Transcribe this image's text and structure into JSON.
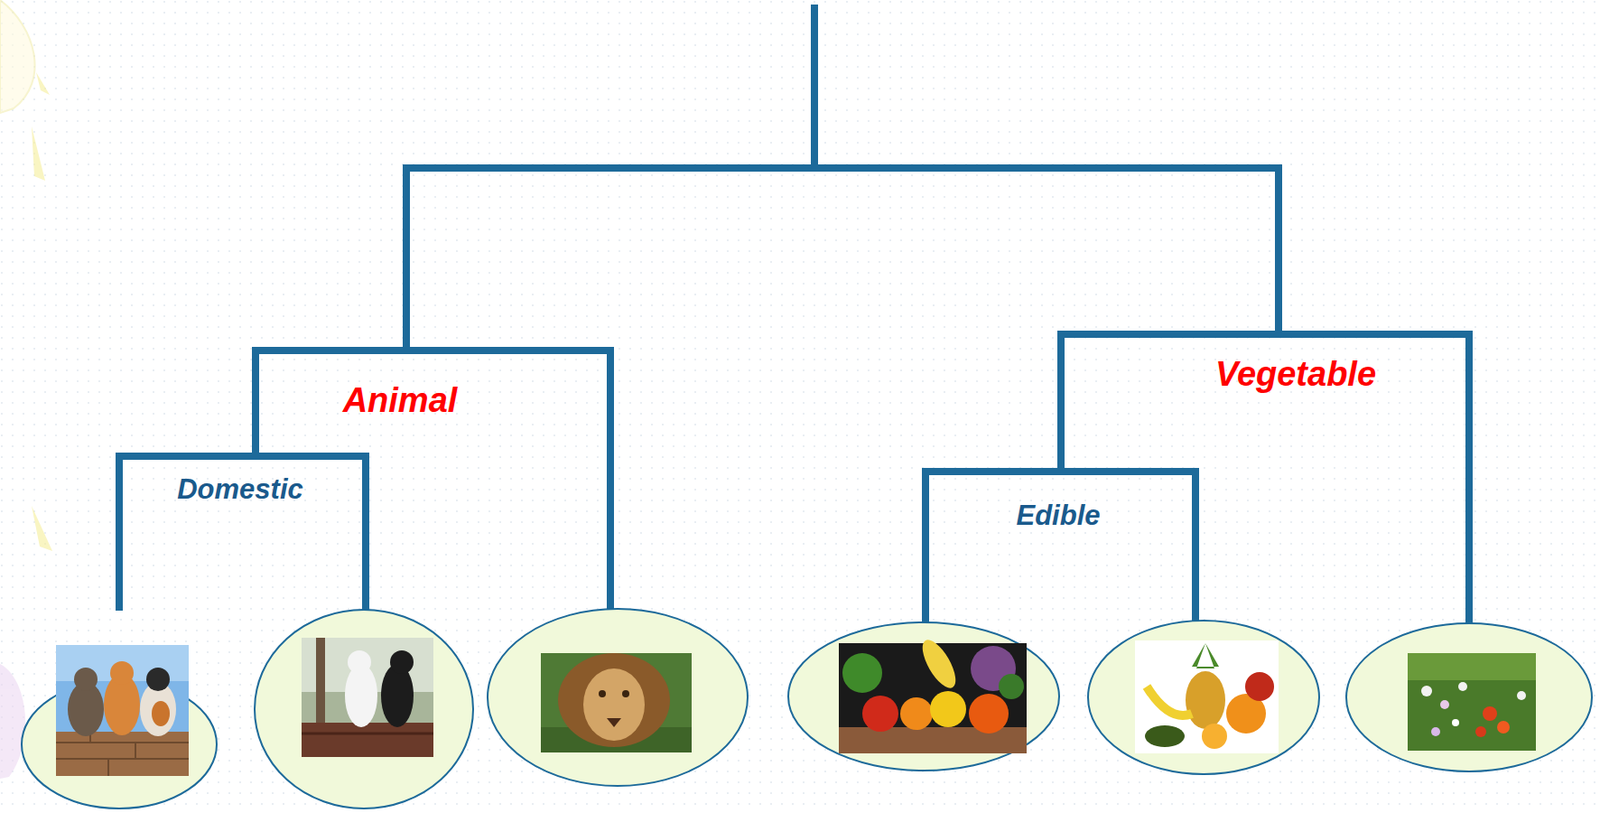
{
  "diagram": {
    "labels": [
      "Animal",
      "Domestic",
      "Vegetable",
      "Edible"
    ]
  }
}
